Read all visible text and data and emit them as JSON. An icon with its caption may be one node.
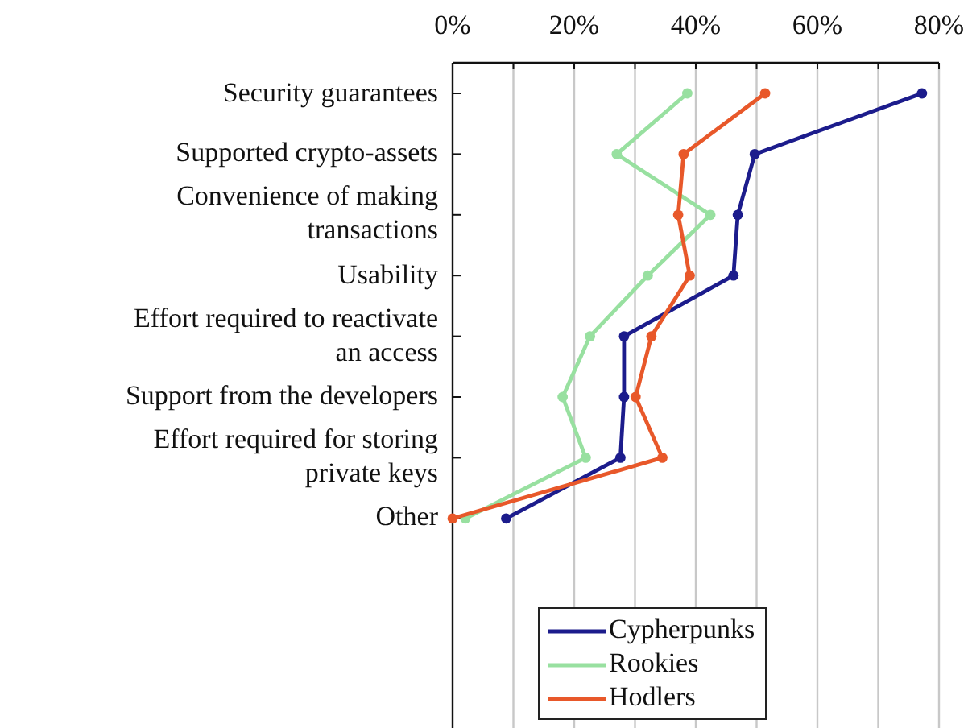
{
  "diagram": {
    "chart_data": {
      "type": "line",
      "orientation": "horizontal",
      "categories": [
        "Security guarantees",
        "Supported crypto-assets",
        "Convenience of making transactions",
        "Usability",
        "Effort required to reactivate an access",
        "Support from the developers",
        "Effort required for storing private keys",
        "Other"
      ],
      "series": [
        {
          "name": "Cypherpunks",
          "color": "#1c1c8c",
          "marker": "circle",
          "values": [
            77.2,
            49.7,
            46.9,
            46.2,
            28.2,
            28.2,
            27.6,
            8.8
          ]
        },
        {
          "name": "Rookies",
          "color": "#98e0a0",
          "marker": "circle",
          "values": [
            38.6,
            27.0,
            42.4,
            32.1,
            22.6,
            18.1,
            21.9,
            2.1
          ]
        },
        {
          "name": "Hodlers",
          "color": "#e8582a",
          "marker": "circle",
          "values": [
            51.4,
            38.0,
            37.1,
            39.0,
            32.7,
            30.1,
            34.5,
            0
          ]
        }
      ],
      "grid": true,
      "legend": true,
      "xlim": [
        0,
        80
      ],
      "xticks": [
        {
          "value": 0,
          "label": "0%"
        },
        {
          "value": 20,
          "label": "20%"
        },
        {
          "value": 40,
          "label": "40%"
        },
        {
          "value": 60,
          "label": "60%"
        },
        {
          "value": 80,
          "label": "80%"
        }
      ]
    }
  }
}
